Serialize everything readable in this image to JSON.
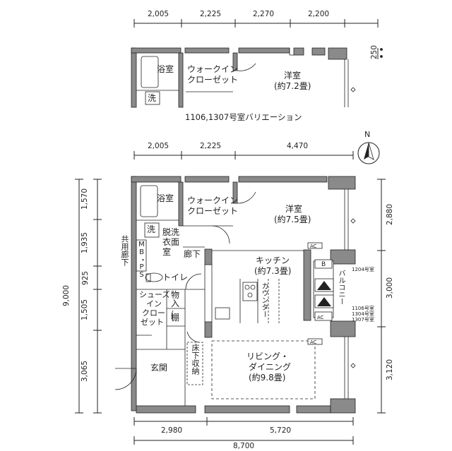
{
  "variant": {
    "caption": "1106,1307号室バリエーション",
    "top_dims": [
      "2,005",
      "2,225",
      "2,270",
      "2,200"
    ],
    "side_dim": "250",
    "rooms": {
      "bath": "浴室",
      "wic": [
        "ウォークイン",
        "クローゼット"
      ],
      "western": [
        "洋室",
        "(約7.2畳)"
      ],
      "wash": "洗"
    }
  },
  "main": {
    "top_dims": [
      "2,005",
      "2,225",
      "4,470"
    ],
    "left_dims": [
      "1,570",
      "1,935",
      "925",
      "1,505",
      "3,065"
    ],
    "total_height": "9,000",
    "right_dims": [
      "2,880",
      "3,000",
      "3,120"
    ],
    "bottom_dims": [
      "2,980",
      "5,720"
    ],
    "total_width": "8,700",
    "rooms": {
      "bath": "浴室",
      "wic": [
        "ウォークイン",
        "クローゼット"
      ],
      "western": [
        "洋室",
        "(約7.5畳)"
      ],
      "wash": "洗",
      "dressing": [
        "脱洗",
        "衣面",
        "室"
      ],
      "mbps": "MB・PS",
      "common_corridor": "共用廊下",
      "hallway": "廊下",
      "toilet": "トイレ",
      "kitchen": [
        "キッチン",
        "(約7.3畳)"
      ],
      "counter": "カウンター",
      "shoes": [
        "シューズ",
        "イン",
        "クロー",
        "ゼット"
      ],
      "storage": [
        "物",
        "入"
      ],
      "shelf": "棚",
      "underfloor": "床下収納",
      "entrance": "玄関",
      "living": [
        "リビング・",
        "ダイニング",
        "(約9.8畳)"
      ],
      "balcony": "バルコニー",
      "ac_labels": [
        "AC",
        "AC",
        "AC"
      ],
      "b_label": "B",
      "unit_note_top": "1204号室",
      "unit_note_bottom": [
        "1106号室",
        "1304号室",
        "1307号室"
      ]
    },
    "north": "N"
  }
}
